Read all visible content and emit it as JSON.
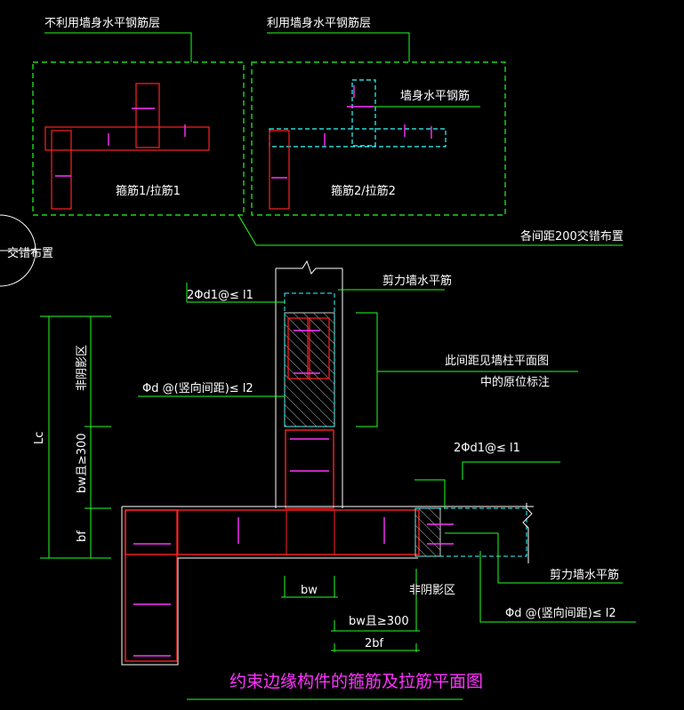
{
  "labels": {
    "not_using_wall_layer": "不利用墙身水平钢筋层",
    "using_wall_layer": "利用墙身水平钢筋层",
    "wall_horizontal_bar": "墙身水平钢筋",
    "stirrup1_tie1": "箍筋1/拉筋1",
    "stirrup2_tie2": "箍筋2/拉筋2",
    "spacing_200_staggered": "各间距200交错布置",
    "staggered_layout": "交错布置",
    "shear_wall_horizontal_top": "剪力墙水平筋",
    "spacing_top": "2Φd1@≤ l1",
    "spacing_mid": "Φd @(竖向间距)≤ l2",
    "spacing_see_plan_1": "此间距见墙柱平面图",
    "spacing_see_plan_2": "中的原位标注",
    "lc": "Lc",
    "hatch_zone_left": "非阴影区",
    "bw_300_vertical": "bw且≥300",
    "bf": "bf",
    "spacing_right": "2Φd1@≤ l1",
    "shear_wall_horizontal_right": "剪力墙水平筋",
    "spacing_right_vertical": "Φd @(竖向间距)≤ l2",
    "bw": "bw",
    "hatch_zone_bottom": "非阴影区",
    "bw_300_horizontal": "bw且≥300",
    "two_bf": "2bf",
    "title": "约束边缘构件的箍筋及拉筋平面图"
  },
  "colors": {
    "background": "#000000",
    "red_bar": "#ff2222",
    "magenta_tie": "#ff33ff",
    "green_dim": "#22ff22",
    "cyan_bar": "#33ffff",
    "white_text": "#ffffff",
    "hatch": "#cccccc"
  }
}
